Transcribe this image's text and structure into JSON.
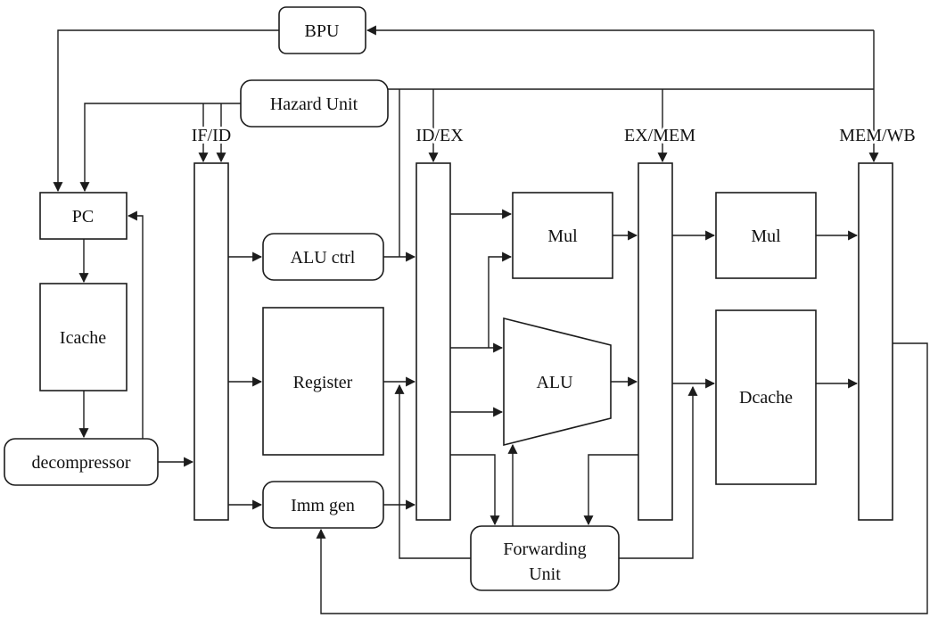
{
  "diagram": {
    "background": "#ffffff",
    "line_color": "#1c1c1c",
    "text_color": "#111111",
    "nodes": {
      "bpu": "BPU",
      "hazard_unit": "Hazard Unit",
      "pc": "PC",
      "icache": "Icache",
      "decompressor": "decompressor",
      "alu_ctrl": "ALU ctrl",
      "register": "Register",
      "imm_gen": "Imm gen",
      "mul_ex": "Mul",
      "mul_mem": "Mul",
      "alu": "ALU",
      "dcache": "Dcache",
      "forwarding_unit": {
        "line1": "Forwarding",
        "line2": "Unit"
      }
    },
    "pipeline_registers": {
      "if_id": "IF/ID",
      "id_ex": "ID/EX",
      "ex_mem": "EX/MEM",
      "mem_wb": "MEM/WB"
    },
    "edges": [
      "BPU→PC",
      "Hazard Unit→PC",
      "Hazard Unit→IF/ID (two lines)",
      "Hazard Unit→ID/EX",
      "Hazard Unit→EX/MEM",
      "Hazard Unit→MEM/WB",
      "right feedback→BPU",
      "PC→Icache",
      "Icache→decompressor",
      "decompressor→IF/ID",
      "decompressor path→PC",
      "IF/ID→ALU ctrl",
      "IF/ID→Register",
      "IF/ID→Imm gen",
      "ALU ctrl→ID/EX",
      "Register→ID/EX",
      "Imm gen→ID/EX",
      "ID/EX→Mul (two operands)",
      "ID/EX→ALU (two operands)",
      "ID/EX→Forwarding Unit",
      "EX/MEM→Forwarding Unit",
      "Forwarding Unit→ALU",
      "Forwarding Unit→EX/MEM-Dcache path",
      "Forwarding Unit→Register-ID/EX path",
      "ALU→EX/MEM",
      "Mul→EX/MEM",
      "EX/MEM→Mul",
      "EX/MEM→Dcache",
      "Mul→MEM/WB",
      "Dcache→MEM/WB",
      "MEM/WB→Imm gen (bottom writeback loop)"
    ]
  }
}
